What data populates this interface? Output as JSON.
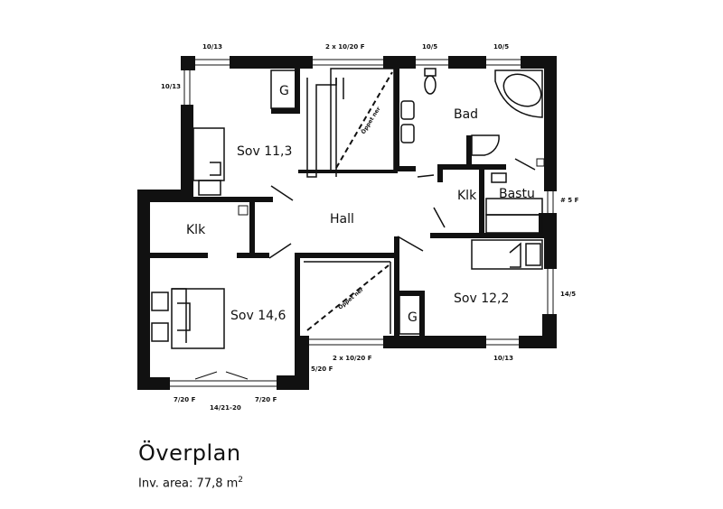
{
  "rooms": {
    "sov1": "Sov 11,3",
    "sov2": "Sov 14,6",
    "sov3": "Sov 12,2",
    "hall": "Hall",
    "bad": "Bad",
    "klk_left": "Klk",
    "klk_right": "Klk",
    "bastu": "Bastu",
    "g_top": "G",
    "g_bottom": "G"
  },
  "dimensions": {
    "top_1": "10/13",
    "top_2": "2 x 10/20 F",
    "top_3": "10/5",
    "top_4": "10/5",
    "left_1": "10/13",
    "right_1": "# 5 F",
    "right_2": "14/5",
    "bottom_1": "2 x 10/20 F",
    "bottom_2": "10/13",
    "bottom_3": "5/20 F",
    "bottom_left_1": "7/20 F",
    "bottom_left_2": "7/20 F",
    "bottom_door": "14/21-20"
  },
  "notes": {
    "open_top": "Öppet ner",
    "open_bottom": "Öppet ner"
  },
  "title": "Överplan",
  "area_label": "Inv. area: 77,8 m",
  "area_sup": "2"
}
